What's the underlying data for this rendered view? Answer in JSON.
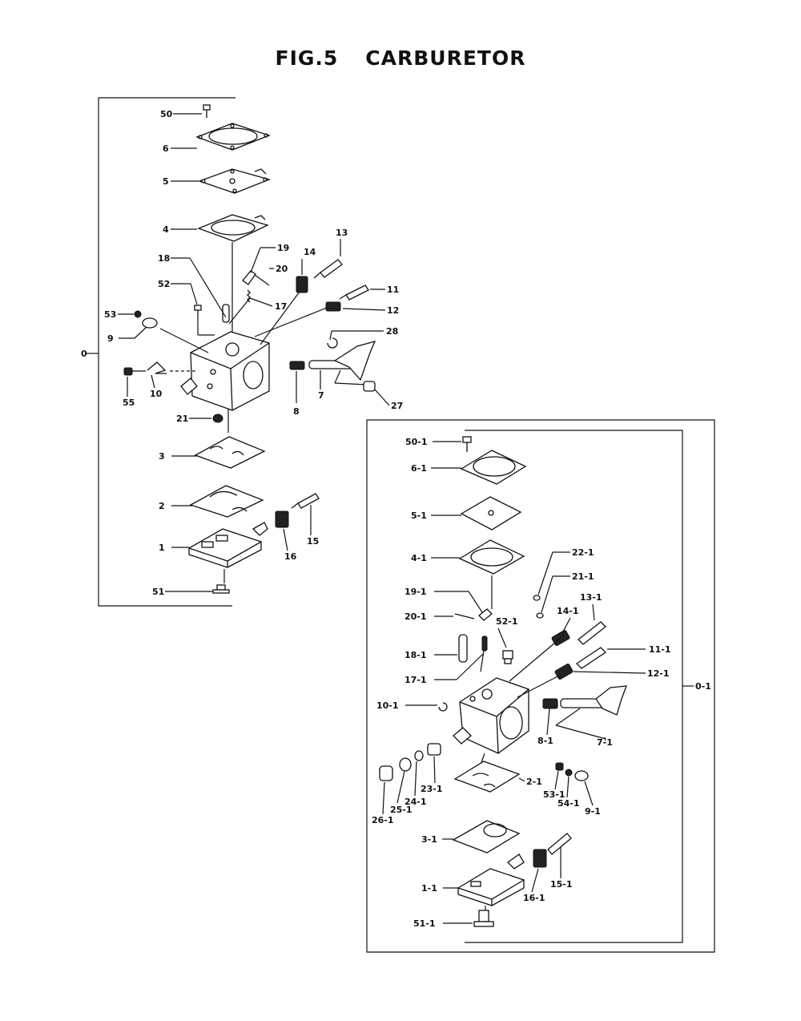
{
  "title": {
    "fig": "FIG.5",
    "name": "CARBURETOR"
  },
  "assembly_left": {
    "label": "0",
    "callouts": [
      "50",
      "6",
      "5",
      "4",
      "18",
      "19",
      "20",
      "17",
      "52",
      "53",
      "9",
      "14",
      "13",
      "11",
      "12",
      "28",
      "10",
      "55",
      "8",
      "7",
      "27",
      "21",
      "3",
      "2",
      "1",
      "15",
      "16",
      "51"
    ]
  },
  "assembly_right": {
    "label": "0-1",
    "callouts": [
      "50-1",
      "6-1",
      "5-1",
      "4-1",
      "22-1",
      "21-1",
      "19-1",
      "13-1",
      "20-1",
      "52-1",
      "14-1",
      "11-1",
      "18-1",
      "12-1",
      "17-1",
      "10-1",
      "8-1",
      "7-1",
      "23-1",
      "2-1",
      "24-1",
      "25-1",
      "53-1",
      "54-1",
      "9-1",
      "26-1",
      "3-1",
      "15-1",
      "1-1",
      "16-1",
      "51-1"
    ]
  }
}
